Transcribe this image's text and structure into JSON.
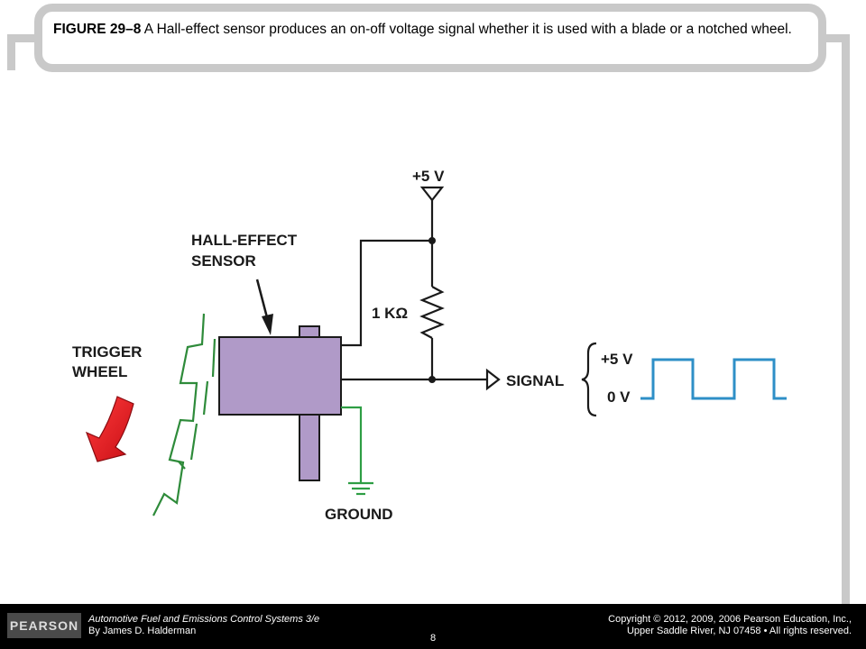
{
  "caption": {
    "figure_label": "FIGURE 29–8",
    "text": " A Hall-effect sensor produces an on-off voltage signal whether it is used with a blade or a notched wheel."
  },
  "diagram": {
    "supply_label": "+5 V",
    "sensor_label_line1": "HALL-EFFECT",
    "sensor_label_line2": "SENSOR",
    "resistor_label": "1 KΩ",
    "trigger_label_line1": "TRIGGER",
    "trigger_label_line2": "WHEEL",
    "signal_label": "SIGNAL",
    "high_level_label": "+5 V",
    "low_level_label": "0 V",
    "ground_label": "GROUND",
    "colors": {
      "sensor_body": "#b09ac8",
      "wheel": "#2e8b3a",
      "ground_wire": "#2e9e44",
      "waveform": "#2e8fc7",
      "arrow": "#e01b22",
      "wire": "#1a1a1a"
    }
  },
  "footer": {
    "logo_text": "PEARSON",
    "book_title": "Automotive Fuel and Emissions Control Systems 3/e",
    "author": "By James D. Halderman",
    "copyright_line1": "Copyright © 2012, 2009, 2006 Pearson Education, Inc.,",
    "copyright_line2": "Upper Saddle River, NJ 07458 • All rights reserved.",
    "page_number": "8"
  }
}
